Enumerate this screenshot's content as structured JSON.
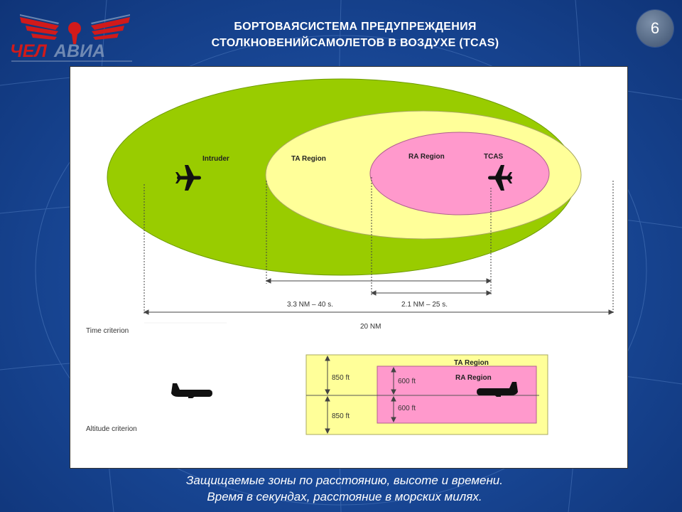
{
  "header": {
    "title_line1": "БОРТОВАЯСИСТЕМА ПРЕДУПРЕЖДЕНИЯ",
    "title_line2": "СТОЛКНОВЕНИЙСАМОЛЕТОВ В ВОЗДУХЕ (TCAS)",
    "page_number": "6",
    "logo_text": "ЧЕЛАВИА"
  },
  "diagram": {
    "time_section": {
      "intruder_label": "Intruder",
      "ta_region_label": "TA Region",
      "ra_region_label": "RA Region",
      "tcas_label": "TCAS",
      "dim_ta": "3.3 NM – 40 s.",
      "dim_ra": "2.1 NM – 25 s.",
      "dim_total": "20 NM",
      "criterion_label": "Time criterion"
    },
    "altitude_section": {
      "ta_region_label": "TA Region",
      "ra_region_label": "RA Region",
      "ta_above": "850 ft",
      "ta_below": "850 ft",
      "ra_above": "600 ft",
      "ra_below": "600 ft",
      "criterion_label": "Altitude criterion"
    }
  },
  "caption": {
    "line1": "Защищаемые зоны по расстоянию, высоте и времени.",
    "line2": "Время в секундах, расстояние в морских милях."
  },
  "colors": {
    "outer_zone": "#99cc00",
    "ta_zone": "#ffff99",
    "ra_zone": "#ff99cc",
    "logo_red": "#d11a1a"
  }
}
